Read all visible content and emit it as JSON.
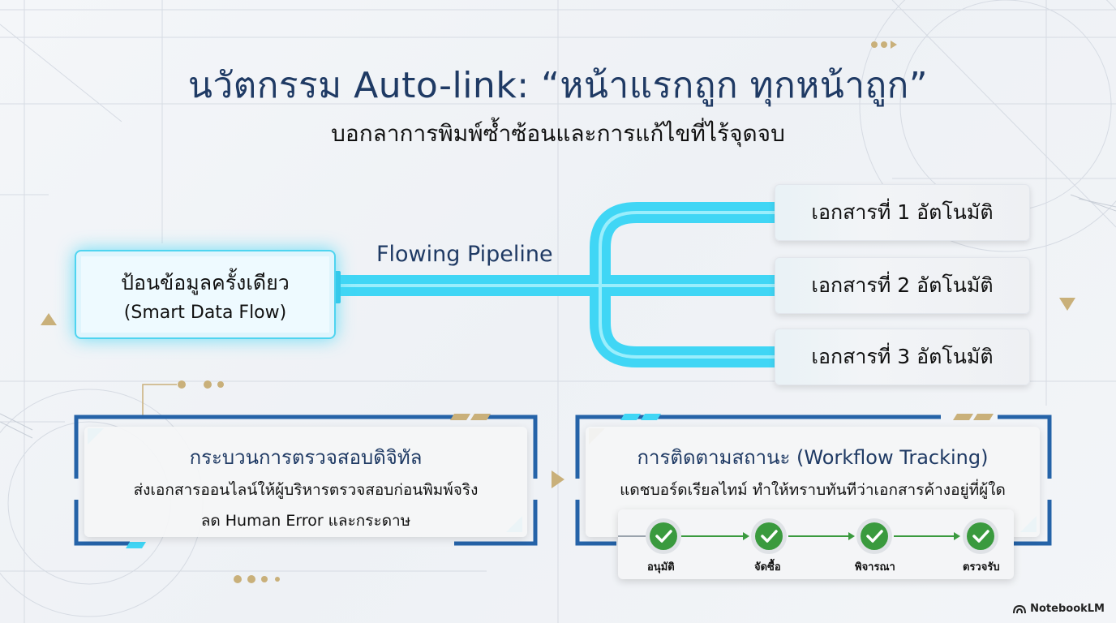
{
  "title": "นวัตกรรม Auto-link: “หน้าแรกถูก ทุกหน้าถูก”",
  "subtitle": "บอกลาการพิมพ์ซ้ำซ้อนและการแก้ไขที่ไร้จุดจบ",
  "input": {
    "line1": "ป้อนข้อมูลครั้งเดียว",
    "line2": "(Smart Data Flow)"
  },
  "pipeline_label": "Flowing Pipeline",
  "documents": [
    "เอกสารที่ 1 อัตโนมัติ",
    "เอกสารที่ 2 อัตโนมัติ",
    "เอกสารที่ 3 อัตโนมัติ"
  ],
  "review_card": {
    "title": "กระบวนการตรวจสอบดิจิทัล",
    "line1": "ส่งเอกสารออนไลน์ให้ผู้บริหารตรวจสอบก่อนพิมพ์จริง",
    "line2": "ลด Human Error และกระดาษ"
  },
  "tracking_card": {
    "title": "การติดตามสถานะ (Workflow Tracking)",
    "line1": "แดชบอร์ดเรียลไทม์ ทำให้ทราบทันทีว่าเอกสารค้างอยู่ที่ผู้ใด"
  },
  "workflow_steps": [
    "อนุมัติ",
    "จัดซื้อ",
    "พิจารณา",
    "ตรวจรับ"
  ],
  "brand": "NotebookLM",
  "colors": {
    "accent_cyan": "#40d6f5",
    "navy": "#1f3a64",
    "frame_blue": "#2563a8",
    "gold": "#c9b07a",
    "check_green": "#3a9a3e"
  }
}
